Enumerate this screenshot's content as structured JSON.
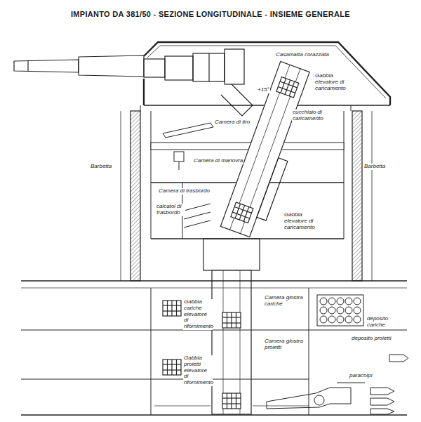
{
  "diagram": {
    "title": "IMPIANTO DA 381/50 - SEZIONE LONGITUDINALE - INSIEME GENERALE",
    "labels": [
      "Casamatta corazzata",
      "+15°",
      "Gabbia elevatore di caricamento",
      "cucchiaio di caricamento",
      "Camera di tiro",
      "Barbetta",
      "Barbetta",
      "Camera di manovra",
      "Camera di trasbordo",
      "calcatoi di trasbordo",
      "Gabbia elevatore di caricamento",
      "Gabbia cariche elevatore di rifornimento",
      "Camera giostra cariche",
      "deposito cariche",
      "Camera giostra proietti",
      "deposito proietti",
      "Gabbia proietti elevatore di rifornimento",
      "paracolpi"
    ]
  }
}
